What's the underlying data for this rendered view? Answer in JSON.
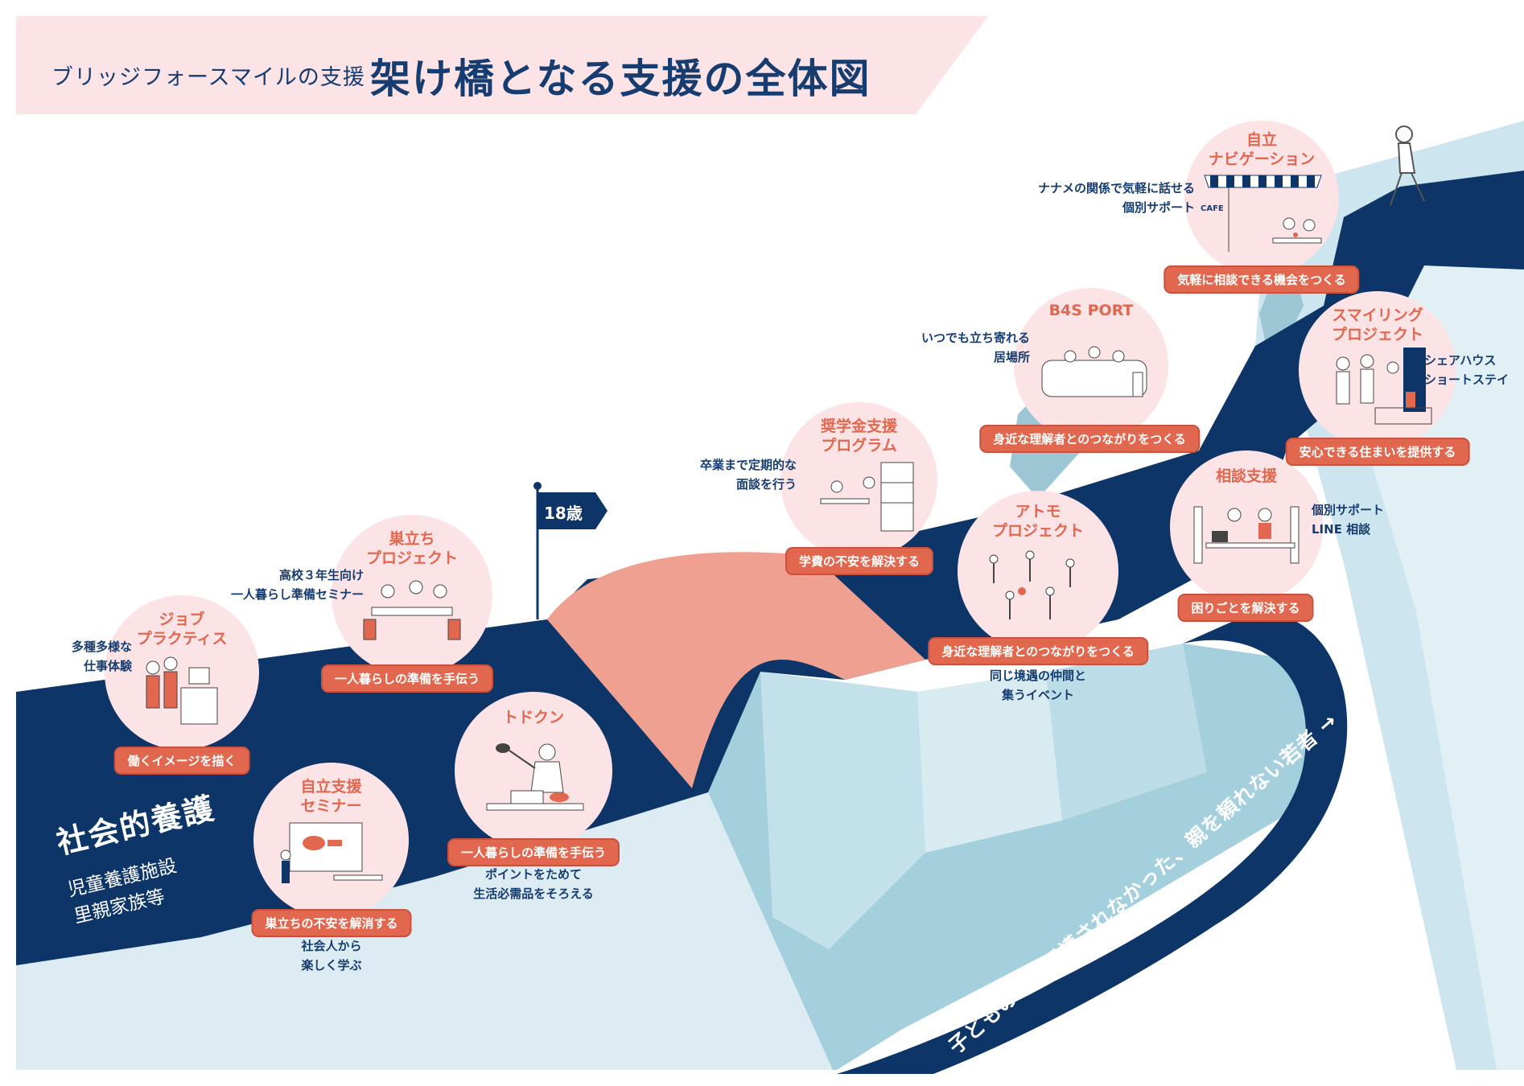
{
  "header": {
    "subtitle": "ブリッジフォースマイルの支援",
    "title": "架け橋となる支援の全体図"
  },
  "flag_label": "18歳",
  "social_care": {
    "title": "社会的養護",
    "lines": "児童養護施設\n里親家族等"
  },
  "diagonal_text": "子どものとき保護されなかった、親を頼れない若者 →",
  "programs": [
    {
      "title": "ジョブ\nプラクティス",
      "pill": "働くイメージを描く",
      "note": "多種多様な\n仕事体験"
    },
    {
      "title": "巣立ち\nプロジェクト",
      "pill": "一人暮らしの準備を手伝う",
      "note": "高校３年生向け\n一人暮らし準備セミナー"
    },
    {
      "title": "自立支援\nセミナー",
      "pill": "巣立ちの不安を解消する",
      "note": "社会人から\n楽しく学ぶ"
    },
    {
      "title": "トドクン",
      "pill": "一人暮らしの準備を手伝う",
      "note": "ポイントをためて\n生活必需品をそろえる"
    },
    {
      "title": "奨学金支援\nプログラム",
      "pill": "学費の不安を解決する",
      "note": "卒業まで定期的な\n面談を行う"
    },
    {
      "title": "アトモ\nプロジェクト",
      "pill": "身近な理解者とのつながりをつくる",
      "note": "同じ境遇の仲間と\n集うイベント"
    },
    {
      "title": "B4S PORT",
      "pill": "身近な理解者とのつながりをつくる",
      "note": "いつでも立ち寄れる\n居場所"
    },
    {
      "title": "相談支援",
      "pill": "困りごとを解決する",
      "note": "個別サポート\nLINE 相談"
    },
    {
      "title": "スマイリング\nプロジェクト",
      "pill": "安心できる住まいを提供する",
      "note": "シェアハウス\nショートステイ"
    },
    {
      "title": "自立\nナビゲーション",
      "pill": "気軽に相談できる機会をつくる",
      "note": "ナナメの関係で気軽に話せる\n個別サポート"
    }
  ],
  "cafe_sign": "CAFE",
  "colors": {
    "navy": "#0d3568",
    "bridge": "#f0a090",
    "river_light": "#cde5ee",
    "river_mid": "#9cc6d4",
    "circle": "#fbe3e6",
    "accent": "#e1674f",
    "header_bg": "#fbe3e6"
  }
}
